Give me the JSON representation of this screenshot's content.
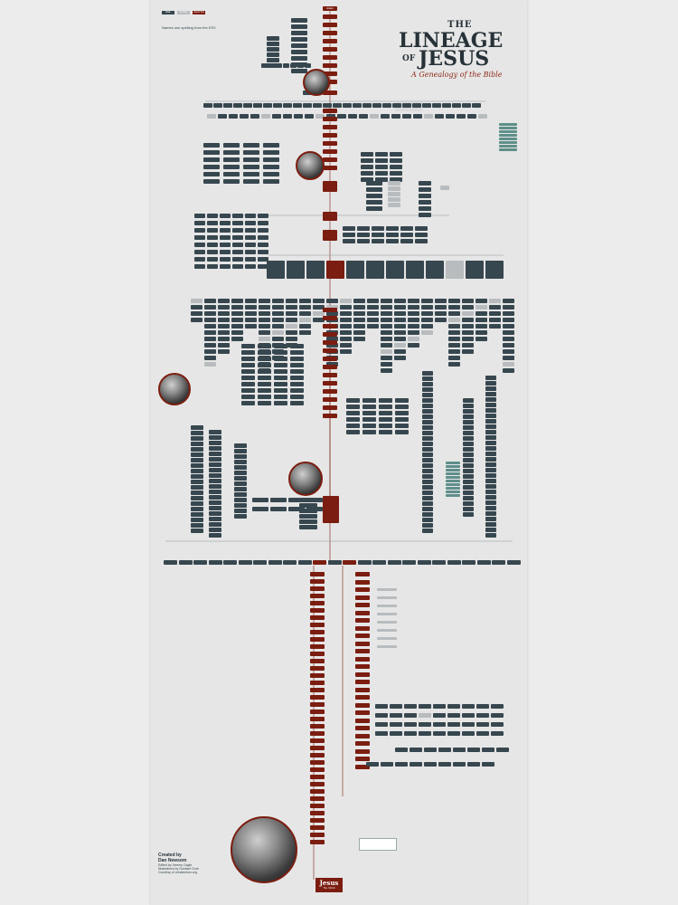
{
  "title": {
    "the": "THE",
    "lineage": "LINEAGE",
    "of": "OF",
    "jesus": "JESUS",
    "subtitle": "A Genealogy of the Bible"
  },
  "note_esv": "Names use spelling from the ESV",
  "legend": [
    "Male",
    "Female",
    "Jesus' line"
  ],
  "top_name": "Adam",
  "jesus": {
    "name": "Jesus",
    "sub": "The Christ"
  },
  "credits": {
    "created_by": "Created by",
    "author": "Dan Newsom",
    "edited": "Edited by Jeremy Cagle",
    "illustrations": "Illustrations by Gustave Doré",
    "courtesy": "Courtesy of creationism.org"
  },
  "colors": {
    "background": "#ececec",
    "poster": "#e6e6e6",
    "dark_node": "#37474f",
    "line_node": "#7b1d10",
    "light_node": "#b8bcbf",
    "title": "#263238",
    "accent": "#8e2a17"
  }
}
